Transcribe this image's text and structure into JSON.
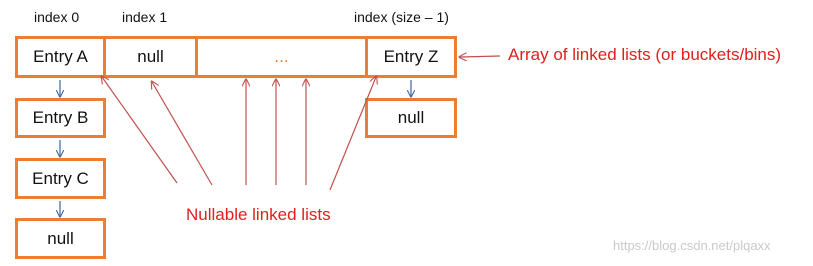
{
  "index_labels": {
    "first": "index 0",
    "second": "index 1",
    "last": "index (size – 1)"
  },
  "array": {
    "cell_a": "Entry A",
    "cell_1": "null",
    "cell_ellipsis": "...",
    "cell_z": "Entry Z"
  },
  "chain_a": {
    "b": "Entry B",
    "c": "Entry C",
    "null": "null"
  },
  "chain_z": {
    "null": "null"
  },
  "annotations": {
    "array_label": "Array of linked lists (or buckets/bins)",
    "nullable_label": "Nullable linked lists"
  },
  "watermark": "https://blog.csdn.net/plqaxx",
  "colors": {
    "box_border": "#ED7D31",
    "annotation": "#E0201B",
    "chain_arrow": "#4A6FA5",
    "pointer_line": "#C0504D"
  }
}
